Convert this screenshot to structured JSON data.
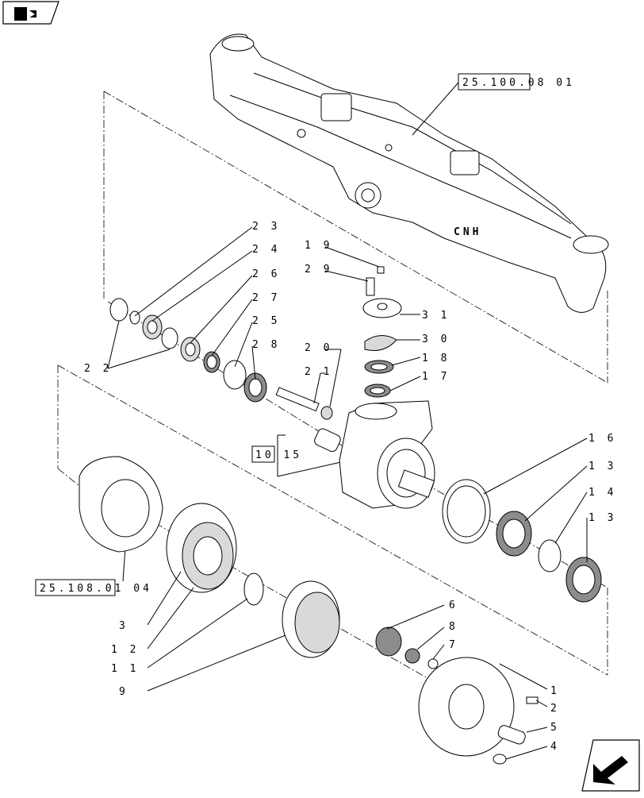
{
  "references": {
    "axle": "25.100.08 01",
    "hub": "25.108.01 04",
    "knuckle": "10 15"
  },
  "brand_mark": "CNH",
  "callouts": [
    {
      "id": "c23",
      "label": "2 3"
    },
    {
      "id": "c24",
      "label": "2 4"
    },
    {
      "id": "c26",
      "label": "2 6"
    },
    {
      "id": "c27",
      "label": "2 7"
    },
    {
      "id": "c25",
      "label": "2 5"
    },
    {
      "id": "c28",
      "label": "2 8"
    },
    {
      "id": "c22",
      "label": "2 2"
    },
    {
      "id": "c19",
      "label": "1 9"
    },
    {
      "id": "c29",
      "label": "2 9"
    },
    {
      "id": "c31",
      "label": "3 1"
    },
    {
      "id": "c30",
      "label": "3 0"
    },
    {
      "id": "c20",
      "label": "2 0"
    },
    {
      "id": "c18",
      "label": "1 8"
    },
    {
      "id": "c21",
      "label": "2 1"
    },
    {
      "id": "c17",
      "label": "1 7"
    },
    {
      "id": "c16",
      "label": "1 6"
    },
    {
      "id": "c13a",
      "label": "1 3"
    },
    {
      "id": "c14",
      "label": "1 4"
    },
    {
      "id": "c13b",
      "label": "1 3"
    },
    {
      "id": "c3",
      "label": "3"
    },
    {
      "id": "c12",
      "label": "1 2"
    },
    {
      "id": "c11",
      "label": "1 1"
    },
    {
      "id": "c9",
      "label": "9"
    },
    {
      "id": "c6",
      "label": "6"
    },
    {
      "id": "c8",
      "label": "8"
    },
    {
      "id": "c7",
      "label": "7"
    },
    {
      "id": "c1",
      "label": "1"
    },
    {
      "id": "c2",
      "label": "2"
    },
    {
      "id": "c5",
      "label": "5"
    },
    {
      "id": "c4",
      "label": "4"
    }
  ],
  "icons": {
    "top_left": "back-book-icon",
    "bottom_right": "next-page-arrow-icon"
  }
}
